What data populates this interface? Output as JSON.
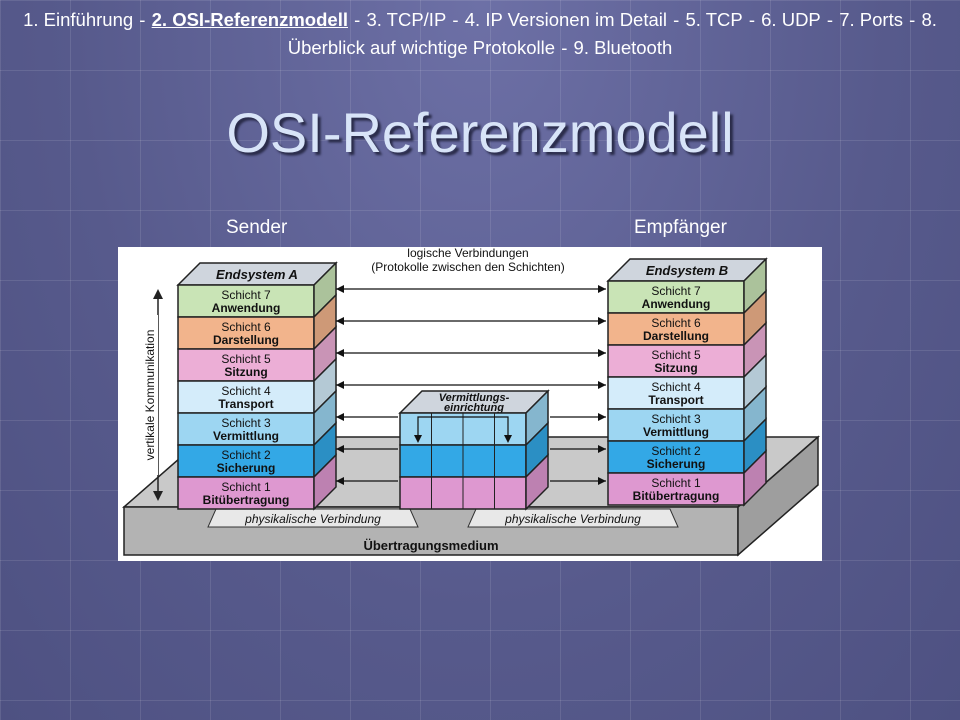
{
  "nav": {
    "items": [
      {
        "label": "1. Einführung"
      },
      {
        "label": "2. OSI-Referenzmodell",
        "current": true
      },
      {
        "label": "3. TCP/IP"
      },
      {
        "label": "4. IP Versionen im Detail"
      },
      {
        "label": "5. TCP"
      },
      {
        "label": "6. UDP"
      },
      {
        "label": "7. Ports"
      },
      {
        "label": "8. Überblick auf wichtige Protokolle"
      },
      {
        "label": "9. Bluetooth"
      }
    ],
    "separator": " - "
  },
  "slide": {
    "title": "OSI-Referenzmodell",
    "sender_label": "Sender",
    "receiver_label": "Empfänger"
  },
  "diagram": {
    "system_a": "Endsystem A",
    "system_b": "Endsystem B",
    "relay": [
      "Vermittlungs-",
      "einrichtung"
    ],
    "logical_connections": [
      "logische Verbindungen",
      "(Protokolle zwischen den Schichten)"
    ],
    "vertical_label": "vertikale Kommunikation",
    "physical_connection": "physikalische Verbindung",
    "medium": "Übertragungsmedium",
    "layers": [
      {
        "num": "Schicht 7",
        "name": "Anwendung",
        "color": "#c9e4b6"
      },
      {
        "num": "Schicht 6",
        "name": "Darstellung",
        "color": "#f2b48c"
      },
      {
        "num": "Schicht 5",
        "name": "Sitzung",
        "color": "#ecaed6"
      },
      {
        "num": "Schicht 4",
        "name": "Transport",
        "color": "#d4ecfa"
      },
      {
        "num": "Schicht 3",
        "name": "Vermittlung",
        "color": "#9dd6f2"
      },
      {
        "num": "Schicht 2",
        "name": "Sicherung",
        "color": "#33a8e6"
      },
      {
        "num": "Schicht 1",
        "name": "Bitübertragung",
        "color": "#de98d0"
      }
    ]
  }
}
